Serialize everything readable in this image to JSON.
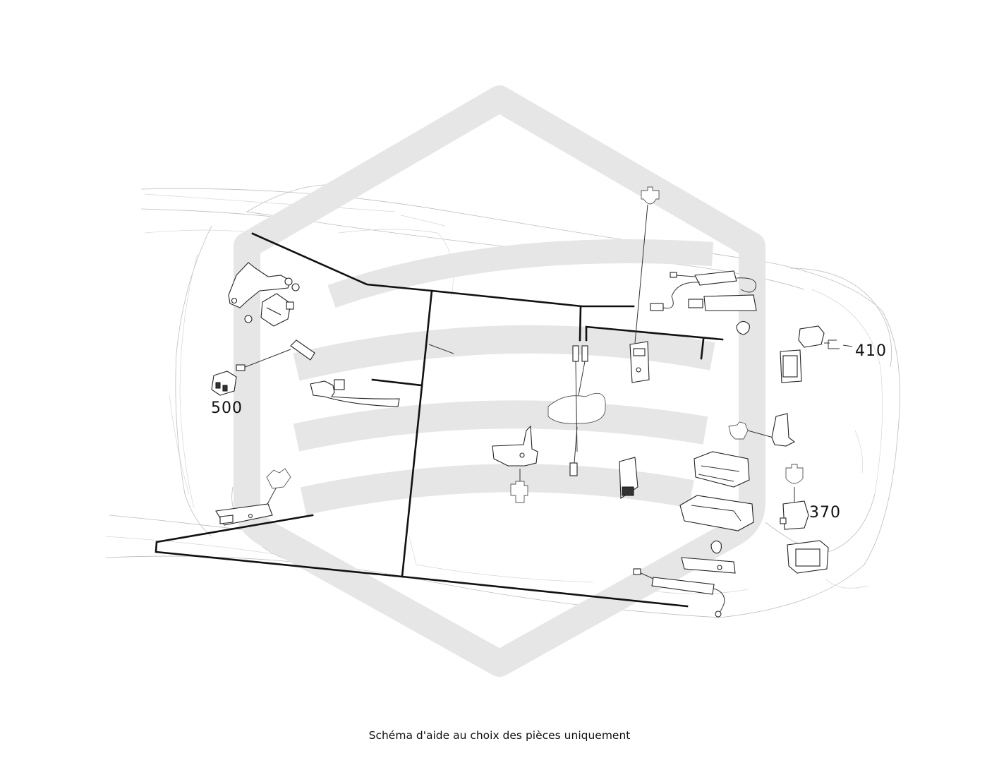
{
  "callouts": {
    "c410": "410",
    "c500": "500",
    "c370": "370"
  },
  "caption": "Schéma d'aide au choix des pièces uniquement",
  "colors": {
    "watermark": "#e6e6e6",
    "lines": "#111111",
    "car_outline": "#bdbdbd"
  },
  "icons": {
    "watermark": "brand-watermark-icon"
  }
}
